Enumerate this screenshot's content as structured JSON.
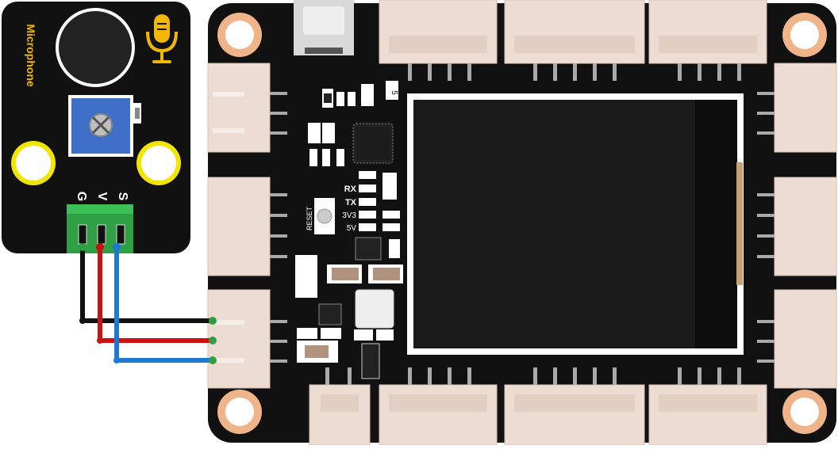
{
  "microphone_module": {
    "title": "Microphone",
    "pin_labels": [
      "G",
      "V",
      "S"
    ],
    "accent_color": "#f2b705",
    "board_color": "#111111"
  },
  "main_board": {
    "board_color": "#111111",
    "labels": {
      "rx": "RX",
      "tx": "TX",
      "v3v3": "3V3",
      "v5": "5V",
      "reset": "RESET",
      "regulator_mark": "5"
    }
  },
  "wires": [
    {
      "signal": "G",
      "color": "#111111"
    },
    {
      "signal": "V",
      "color": "#cc1111"
    },
    {
      "signal": "S",
      "color": "#1f78d1"
    }
  ],
  "colors": {
    "connector": "#ecdcd2",
    "connector_dark": "#d5bfb1",
    "mount_hole": "#f0b48a",
    "screen": "#1a1a1a",
    "terminal": "#2ea043"
  }
}
